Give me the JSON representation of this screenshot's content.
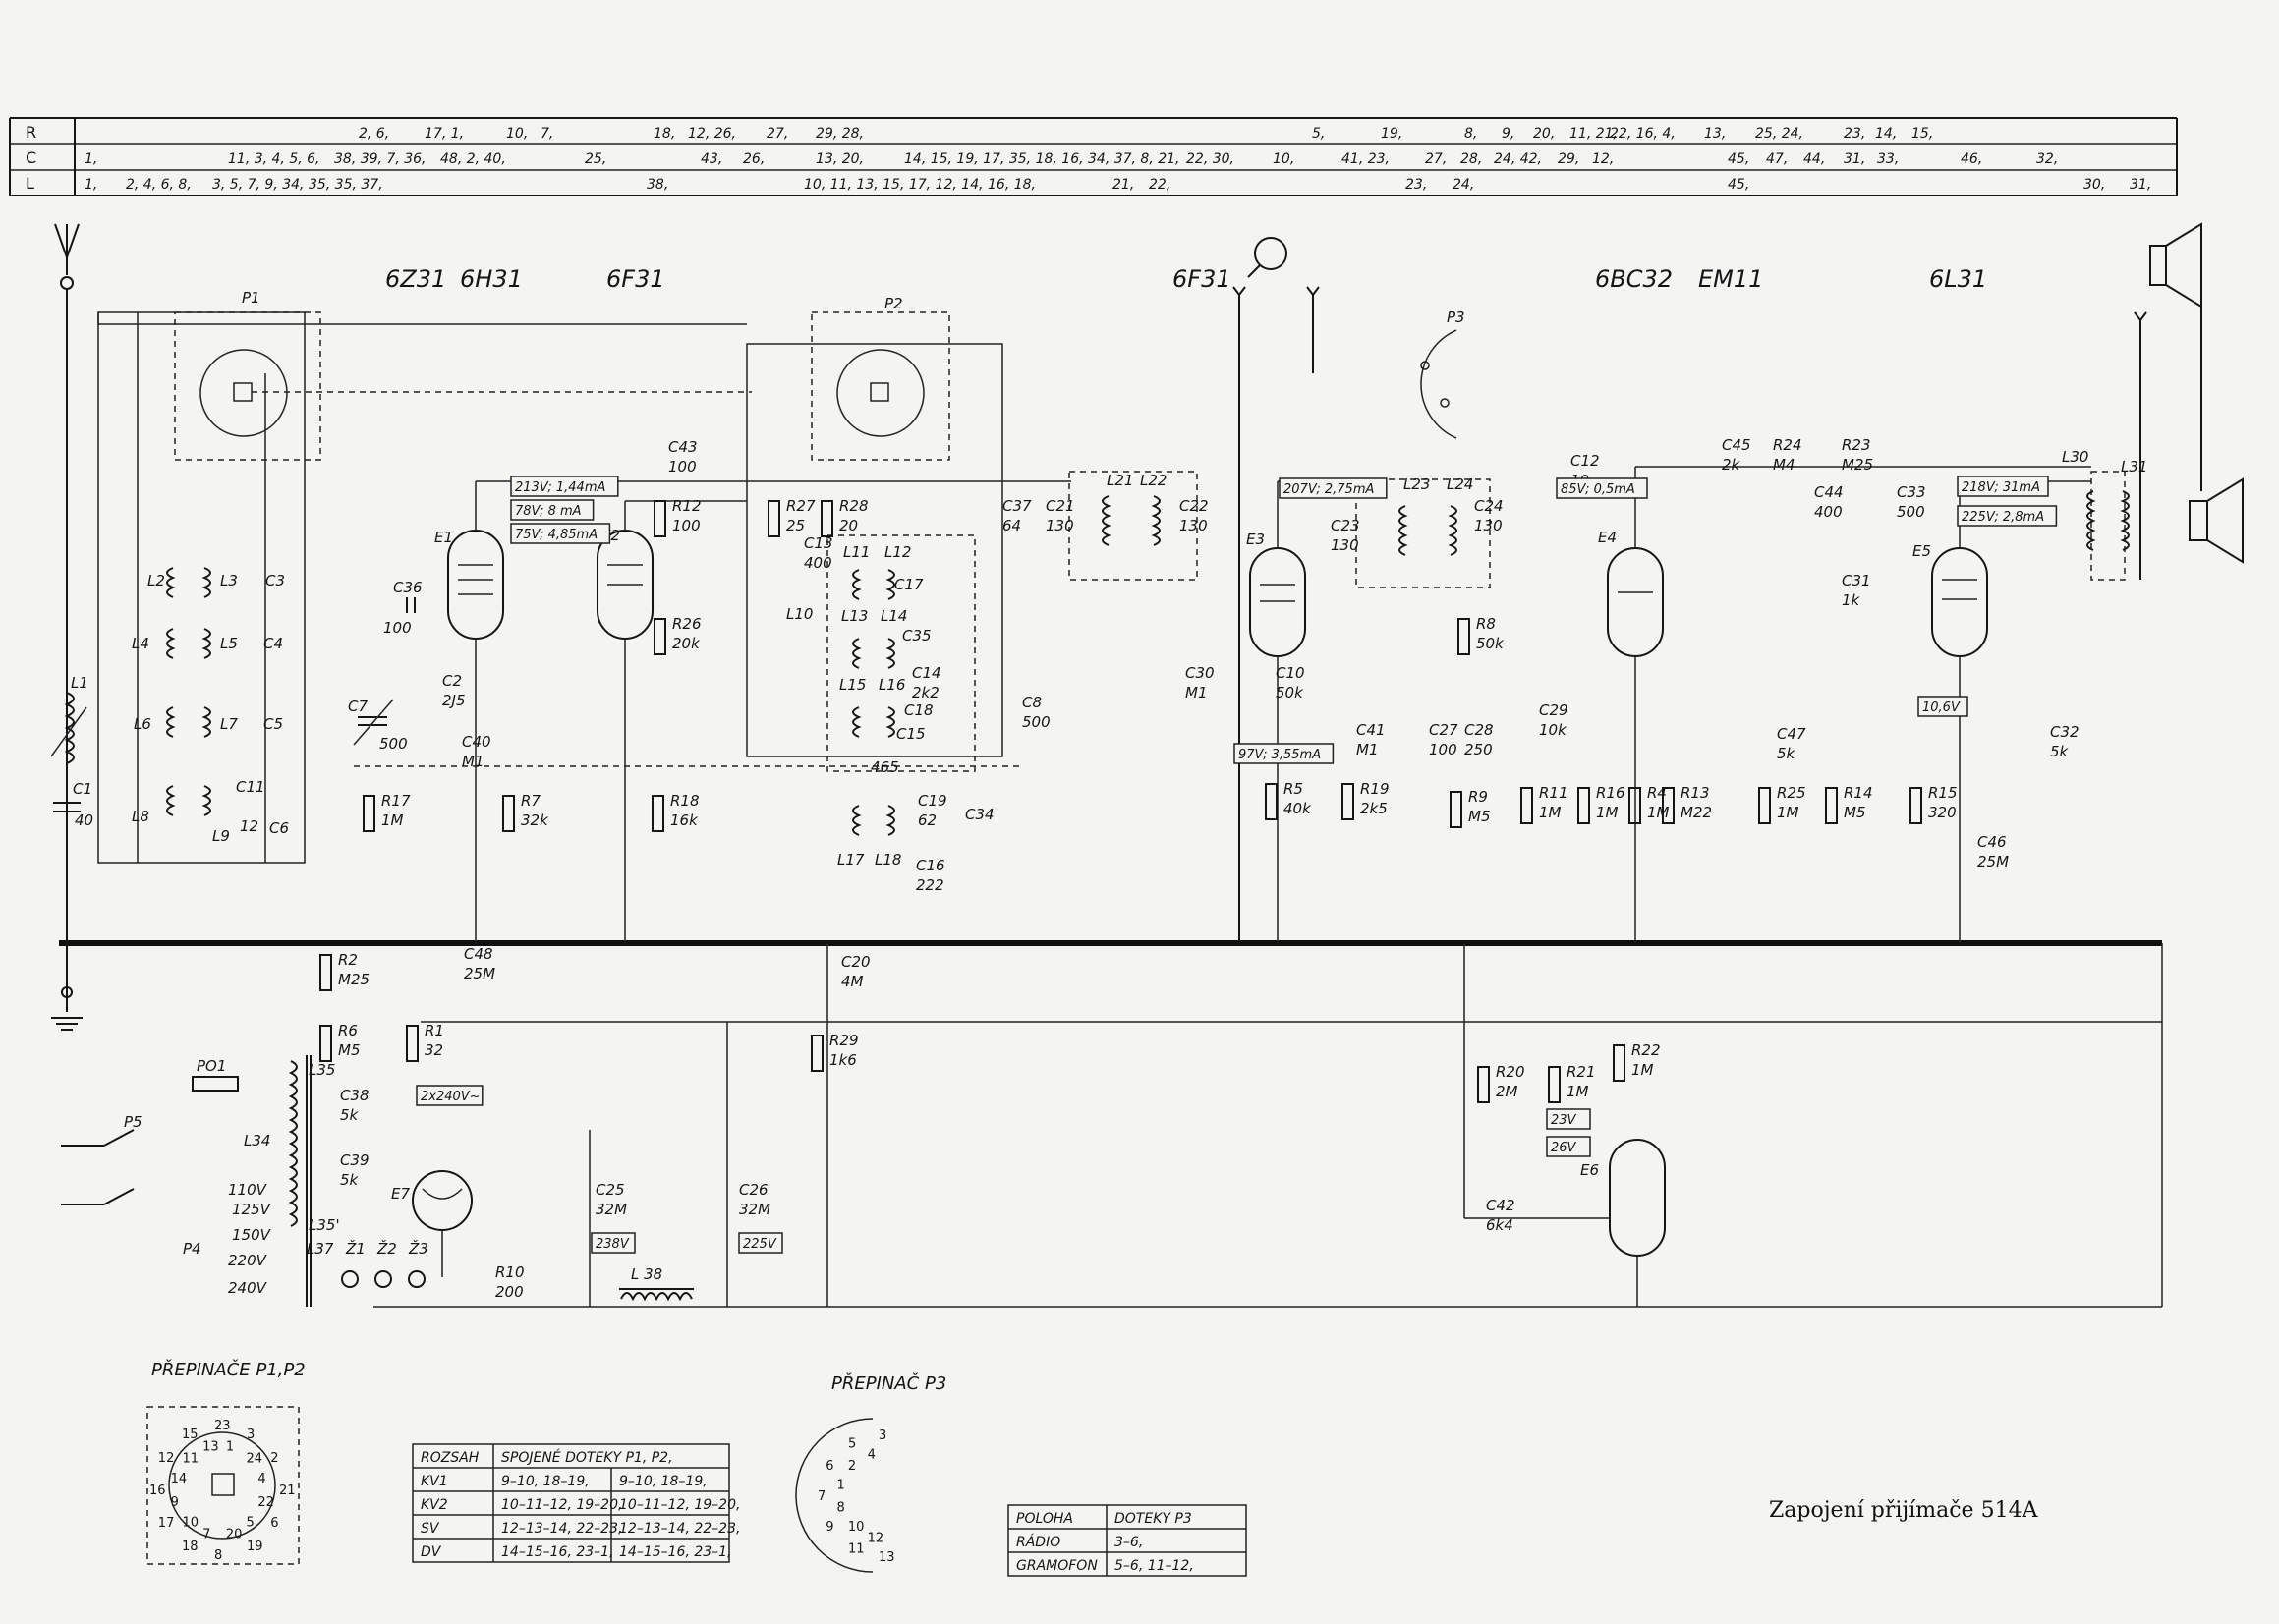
{
  "index_table": {
    "row_letters": [
      "R",
      "C",
      "L"
    ],
    "rows": [
      [
        "2, 6,",
        "17, 1,",
        "10,",
        "7,",
        "18,",
        "12, 26,",
        "27,",
        "29, 28,",
        "5,",
        "19,",
        "8,",
        "9,",
        "20,",
        "11, 21,",
        "22, 16, 4,",
        "13,",
        "25, 24,",
        "23,",
        "14,",
        "15,"
      ],
      [
        "1,",
        "11, 3, 4, 5, 6,",
        "38, 39, 7, 36,",
        "48, 2, 40,",
        "25,",
        "43,",
        "26,",
        "13, 20,",
        "14, 15, 19, 17, 35, 18, 16, 34, 37, 8, 21,",
        "22, 30,",
        "10,",
        "41, 23,",
        "27,",
        "28,",
        "24, 42,",
        "29,",
        "12,",
        "45,",
        "47,",
        "44,",
        "31,",
        "33,",
        "46,",
        "32,"
      ],
      [
        "1,",
        "2, 4, 6, 8,",
        "3, 5, 7, 9, 34, 35, 35, 37,",
        "38,",
        "10, 11, 13, 15, 17, 12, 14, 16, 18,",
        "21,",
        "22,",
        "23,",
        "24,",
        "45,",
        "30,",
        "31,"
      ]
    ]
  },
  "tube_labels": [
    "6Z31",
    "6H31",
    "6F31",
    "6F31",
    "6BC32",
    "EM11",
    "6L31"
  ],
  "tube_designators": [
    "E1",
    "E2",
    "E3",
    "E4",
    "E5",
    "E6",
    "E7"
  ],
  "switch_designators": [
    "P1",
    "P2",
    "P3",
    "P4",
    "P5"
  ],
  "components": [
    {
      "ref": "C1",
      "value": "40"
    },
    {
      "ref": "C36",
      "value": "100"
    },
    {
      "ref": "C7",
      "value": "500"
    },
    {
      "ref": "C2",
      "value": "2J5"
    },
    {
      "ref": "C40",
      "value": "M1"
    },
    {
      "ref": "R17",
      "value": "1M"
    },
    {
      "ref": "R7",
      "value": "32k"
    },
    {
      "ref": "C43",
      "value": "100"
    },
    {
      "ref": "R12",
      "value": "100"
    },
    {
      "ref": "R26",
      "value": "20k"
    },
    {
      "ref": "R18",
      "value": "16k"
    },
    {
      "ref": "R27",
      "value": "25"
    },
    {
      "ref": "R28",
      "value": "20"
    },
    {
      "ref": "C13",
      "value": "400"
    },
    {
      "ref": "C14",
      "value": "2k2"
    },
    {
      "ref": "C19",
      "value": "62"
    },
    {
      "ref": "C16",
      "value": "222"
    },
    {
      "ref": "C37",
      "value": "64"
    },
    {
      "ref": "C21",
      "value": "130"
    },
    {
      "ref": "C22",
      "value": "130"
    },
    {
      "ref": "C8",
      "value": "500"
    },
    {
      "ref": "C30",
      "value": "M1"
    },
    {
      "ref": "C10",
      "value": "50k"
    },
    {
      "ref": "R5",
      "value": "40k"
    },
    {
      "ref": "C23",
      "value": "130"
    },
    {
      "ref": "C24",
      "value": "130"
    },
    {
      "ref": "R8",
      "value": "50k"
    },
    {
      "ref": "C41",
      "value": "M1"
    },
    {
      "ref": "R19",
      "value": "2k5"
    },
    {
      "ref": "C27",
      "value": "100"
    },
    {
      "ref": "C28",
      "value": "250"
    },
    {
      "ref": "R9",
      "value": "M5"
    },
    {
      "ref": "C29",
      "value": "10k"
    },
    {
      "ref": "C12",
      "value": "10"
    },
    {
      "ref": "R11",
      "value": "1M"
    },
    {
      "ref": "R16",
      "value": "1M"
    },
    {
      "ref": "R4",
      "value": "1M"
    },
    {
      "ref": "R13",
      "value": "M22"
    },
    {
      "ref": "C45",
      "value": "2k"
    },
    {
      "ref": "R24",
      "value": "M4"
    },
    {
      "ref": "R23",
      "value": "M25"
    },
    {
      "ref": "C44",
      "value": "400"
    },
    {
      "ref": "C33",
      "value": "500"
    },
    {
      "ref": "C31",
      "value": "1k"
    },
    {
      "ref": "C47",
      "value": "5k"
    },
    {
      "ref": "R25",
      "value": "1M"
    },
    {
      "ref": "R14",
      "value": "M5"
    },
    {
      "ref": "R15",
      "value": "320"
    },
    {
      "ref": "C46",
      "value": "25M"
    },
    {
      "ref": "C32",
      "value": "5k"
    },
    {
      "ref": "R2",
      "value": "M25"
    },
    {
      "ref": "C48",
      "value": "25M"
    },
    {
      "ref": "R6",
      "value": "M5"
    },
    {
      "ref": "R1",
      "value": "32"
    },
    {
      "ref": "C38",
      "value": "5k"
    },
    {
      "ref": "C39",
      "value": "5k"
    },
    {
      "ref": "C25",
      "value": "32M"
    },
    {
      "ref": "C26",
      "value": "32M"
    },
    {
      "ref": "R10",
      "value": "200"
    },
    {
      "ref": "C20",
      "value": "4M"
    },
    {
      "ref": "R29",
      "value": "1k6"
    },
    {
      "ref": "R20",
      "value": "2M"
    },
    {
      "ref": "R21",
      "value": "1M"
    },
    {
      "ref": "R22",
      "value": "1M"
    },
    {
      "ref": "C42",
      "value": "6k4"
    }
  ],
  "bare_labels": [
    "C3",
    "C4",
    "C5",
    "C6",
    "C11",
    "C15",
    "C17",
    "C18",
    "C34",
    "C35",
    "L1",
    "L2",
    "L3",
    "L4",
    "L5",
    "L6",
    "L7",
    "L8",
    "L9",
    "L10",
    "L11",
    "L12",
    "L13",
    "L14",
    "L15",
    "L16",
    "L17",
    "L18",
    "L21",
    "L22",
    "L23",
    "L24",
    "L30",
    "L31",
    "L34",
    "L35",
    "L35'",
    "L37",
    "L 38",
    "PO1",
    "Ž1",
    "Ž2",
    "Ž3",
    "465"
  ],
  "voltage_tags": [
    "213V; 1,44mA",
    "78V; 8 mA",
    "75V; 4,85mA",
    "207V; 2,75mA",
    "97V; 3,55mA",
    "85V; 0,5mA",
    "218V; 31mA",
    "225V; 2,8mA",
    "10,6V",
    "2x240V~",
    "238V",
    "225V",
    "23V",
    "26V"
  ],
  "mains_taps": [
    "110V",
    "125V",
    "150V",
    "220V",
    "240V"
  ],
  "switch_p12": {
    "title": "PŘEPINAČE P1,P2",
    "contact_labels": [
      "23",
      "1",
      "3",
      "24",
      "2",
      "4",
      "21",
      "22",
      "6",
      "5",
      "19",
      "20",
      "8",
      "7",
      "18",
      "10",
      "17",
      "9",
      "16",
      "14",
      "12",
      "11",
      "15",
      "13"
    ]
  },
  "switch_p3": {
    "title": "PŘEPINAČ P3",
    "contact_labels": [
      "3",
      "4",
      "5",
      "2",
      "6",
      "1",
      "7",
      "8",
      "9",
      "10",
      "11",
      "12",
      "13"
    ]
  },
  "range_table": {
    "headers": [
      "ROZSAH",
      "SPOJENÉ DOTEKY P1, P2,"
    ],
    "rows": [
      [
        "KV1",
        "9–10, 18–19,",
        "9–10, 18–19,"
      ],
      [
        "KV2",
        "10–11–12, 19–20,",
        "10–11–12, 19–20,"
      ],
      [
        "SV",
        "12–13–14, 22–23,",
        "12–13–14, 22–23,"
      ],
      [
        "DV",
        "14–15–16, 23–1,",
        "14–15–16, 23–1,"
      ]
    ]
  },
  "position_table": {
    "headers": [
      "POLOHA",
      "DOTEKY P3"
    ],
    "rows": [
      [
        "RÁDIO",
        "3–6,"
      ],
      [
        "GRAMOFON",
        "5–6, 11–12,"
      ]
    ]
  },
  "caption": "Zapojení přijímače 514A"
}
